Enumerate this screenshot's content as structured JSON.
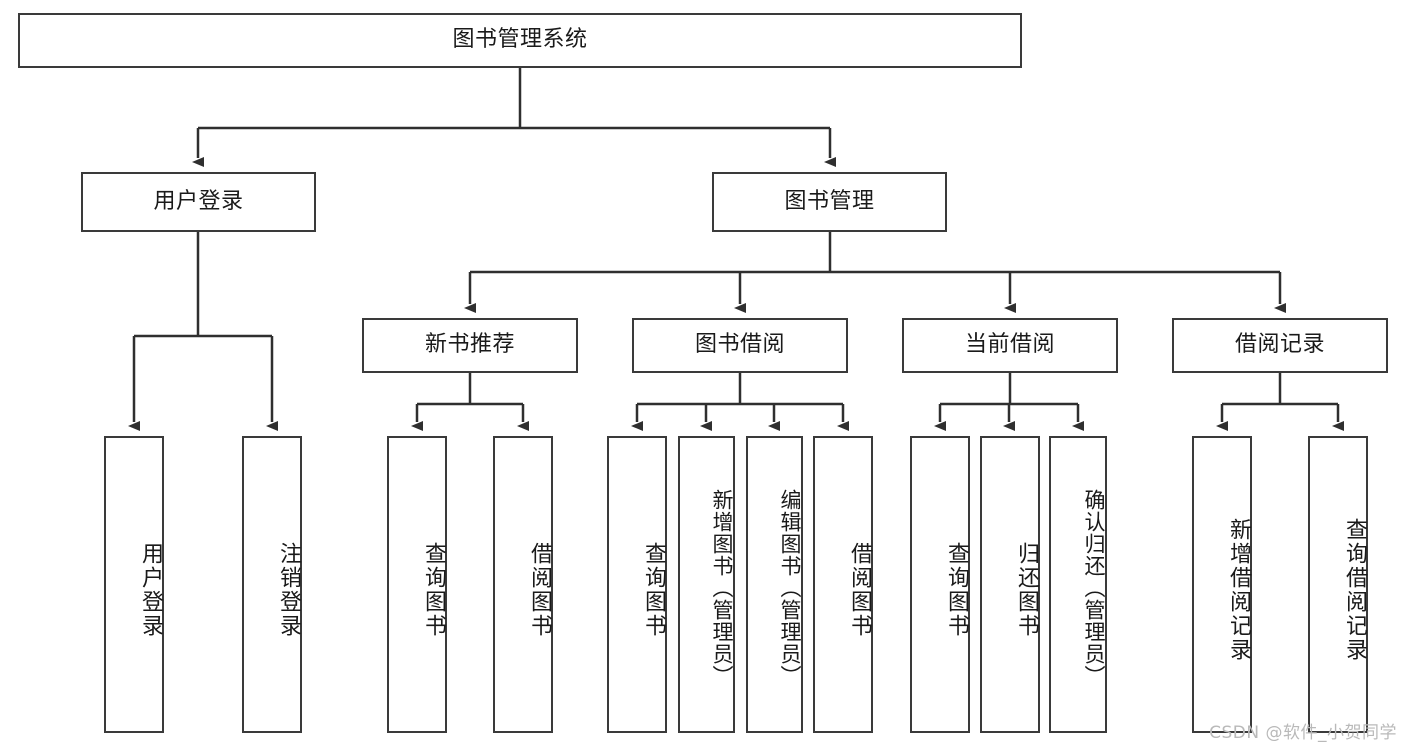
{
  "diagram": {
    "title": "图书管理系统",
    "watermark": "CSDN @软件_小贺同学",
    "accent_color": "#3a3a3a",
    "background_color": "#ffffff",
    "text_color": "#1a1a1a",
    "watermark_color": "#b9b9b9",
    "root": {
      "label": "图书管理系统"
    },
    "level2": [
      {
        "label": "用户登录"
      },
      {
        "label": "图书管理"
      }
    ],
    "level3": [
      {
        "label": "新书推荐"
      },
      {
        "label": "图书借阅"
      },
      {
        "label": "当前借阅"
      },
      {
        "label": "借阅记录"
      }
    ],
    "leaves": {
      "user_login": [
        {
          "label": "用户登录"
        },
        {
          "label": "注销登录"
        }
      ],
      "new_book_recommend": [
        {
          "label": "查询图书"
        },
        {
          "label": "借阅图书"
        }
      ],
      "book_borrow": [
        {
          "label": "查询图书"
        },
        {
          "label": "新增图书（管理员）"
        },
        {
          "label": "编辑图书（管理员）"
        },
        {
          "label": "借阅图书"
        }
      ],
      "current_borrow": [
        {
          "label": "查询图书"
        },
        {
          "label": "归还图书"
        },
        {
          "label": "确认归还（管理员）"
        }
      ],
      "borrow_record": [
        {
          "label": "新增借阅记录"
        },
        {
          "label": "查询借阅记录"
        }
      ]
    }
  }
}
